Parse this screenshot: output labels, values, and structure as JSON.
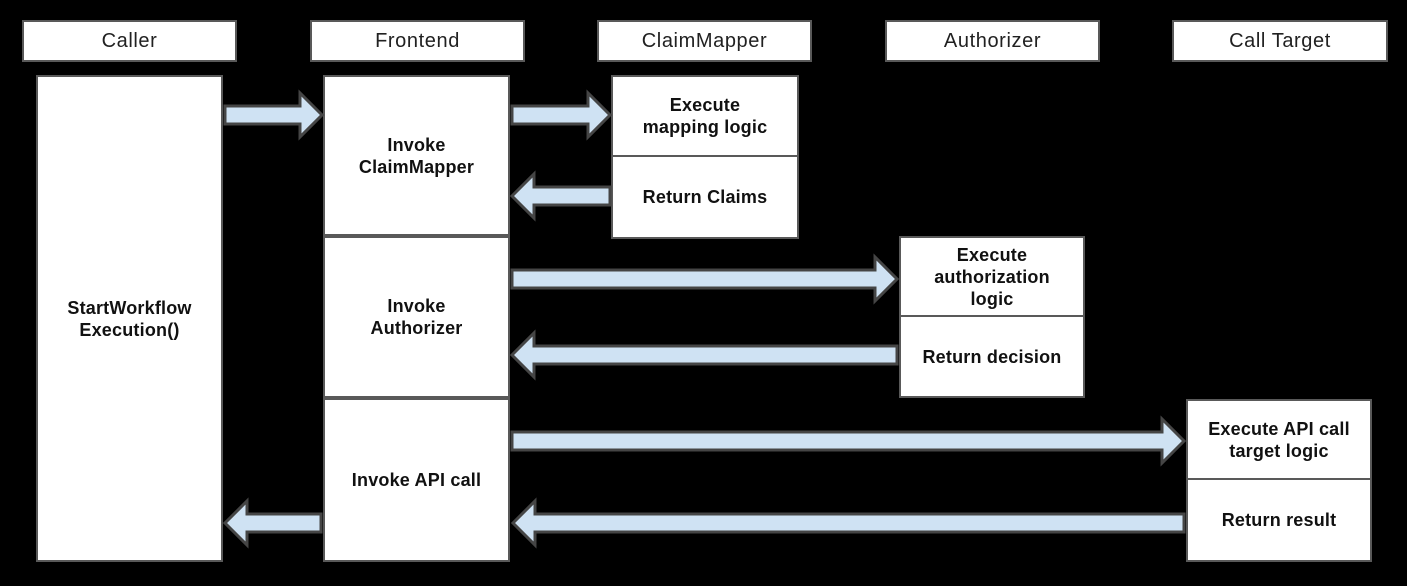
{
  "colors": {
    "background": "#000000",
    "box_fill": "#ffffff",
    "box_border": "#595959",
    "arrow_fill": "#cfe2f3",
    "arrow_stroke": "#454545",
    "header_text": "#212121",
    "activity_text": "#111111"
  },
  "lanes": [
    {
      "label": "Caller"
    },
    {
      "label": "Frontend"
    },
    {
      "label": "ClaimMapper"
    },
    {
      "label": "Authorizer"
    },
    {
      "label": "Call Target"
    }
  ],
  "activities": {
    "caller_start": {
      "label": "StartWorkflow\nExecution()"
    },
    "frontend_invoke_claimmapper": {
      "label": "Invoke\nClaimMapper"
    },
    "frontend_invoke_authorizer": {
      "label": "Invoke\nAuthorizer"
    },
    "frontend_invoke_api_call": {
      "label": "Invoke API call"
    },
    "claimmapper_execute": {
      "label": "Execute\nmapping logic"
    },
    "claimmapper_return": {
      "label": "Return Claims"
    },
    "authorizer_execute": {
      "label": "Execute\nauthorization\nlogic"
    },
    "authorizer_return": {
      "label": "Return decision"
    },
    "calltarget_execute": {
      "label": "Execute API call\ntarget logic"
    },
    "calltarget_return": {
      "label": "Return result"
    }
  },
  "flows": [
    {
      "from": "Caller",
      "to": "Frontend"
    },
    {
      "from": "Frontend",
      "to": "ClaimMapper"
    },
    {
      "from": "ClaimMapper",
      "to": "Frontend"
    },
    {
      "from": "Frontend",
      "to": "Authorizer"
    },
    {
      "from": "Authorizer",
      "to": "Frontend"
    },
    {
      "from": "Frontend",
      "to": "Call Target"
    },
    {
      "from": "Call Target",
      "to": "Frontend"
    },
    {
      "from": "Frontend",
      "to": "Caller"
    }
  ]
}
